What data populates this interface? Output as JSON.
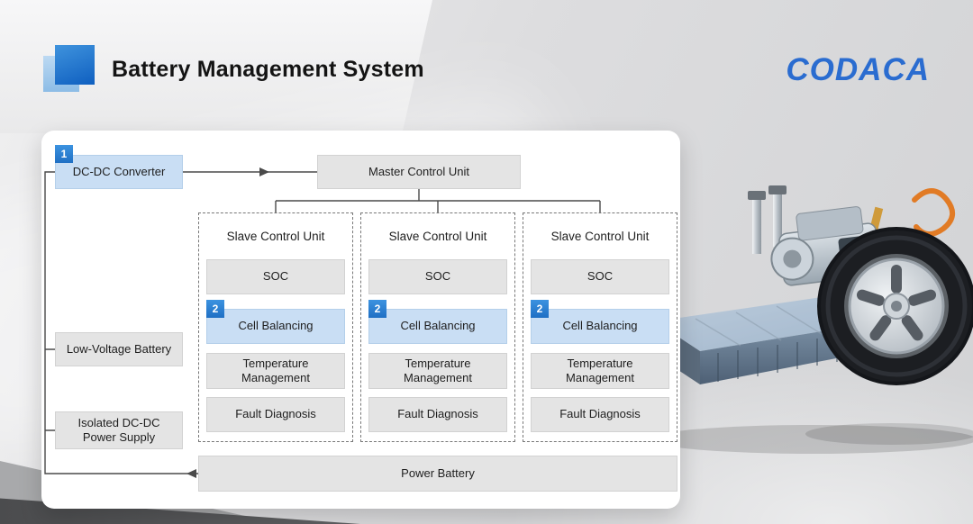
{
  "header": {
    "title": "Battery Management System",
    "brand": "CODACA"
  },
  "diagram": {
    "badges": {
      "one": "1",
      "two": "2"
    },
    "dcdc_converter": "DC-DC Converter",
    "master_control": "Master Control Unit",
    "low_voltage_battery": "Low-Voltage Battery",
    "isolated_supply": "Isolated DC-DC Power Supply",
    "power_battery": "Power Battery",
    "slave_columns": [
      {
        "title": "Slave Control Unit",
        "items": [
          "SOC",
          "Cell Balancing",
          "Temperature Management",
          "Fault Diagnosis"
        ]
      },
      {
        "title": "Slave Control Unit",
        "items": [
          "SOC",
          "Cell Balancing",
          "Temperature Management",
          "Fault Diagnosis"
        ]
      },
      {
        "title": "Slave Control Unit",
        "items": [
          "SOC",
          "Cell Balancing",
          "Temperature Management",
          "Fault Diagnosis"
        ]
      }
    ]
  },
  "colors": {
    "accent_blue": "#2f80d0",
    "brand_blue": "#2a6cd0",
    "box_gray": "#e4e4e4",
    "box_blue": "#c9def4"
  }
}
